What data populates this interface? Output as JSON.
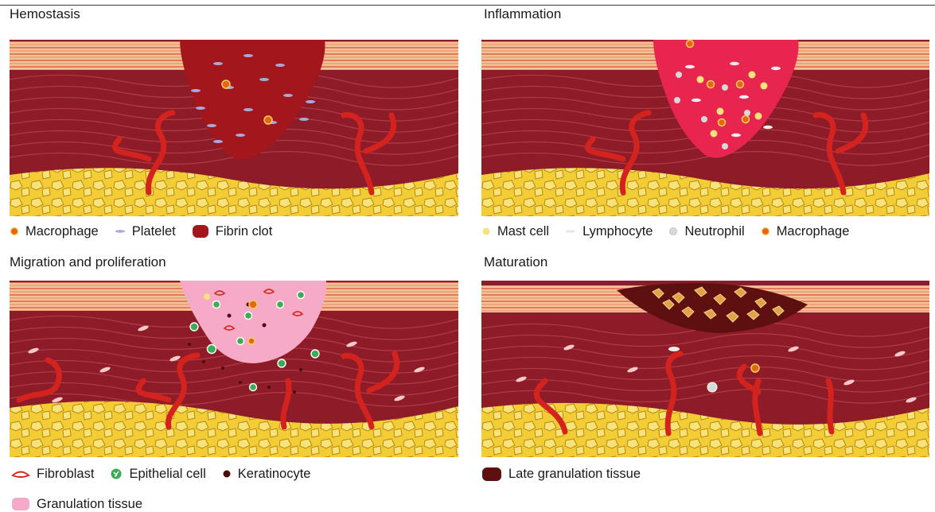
{
  "panels": {
    "hemostasis": {
      "title": "Hemostasis"
    },
    "inflammation": {
      "title": "Inflammation"
    },
    "migration": {
      "title": "Migration and proliferation"
    },
    "maturation": {
      "title": "Maturation"
    }
  },
  "legends": {
    "hemostasis": {
      "macrophage": "Macrophage",
      "platelet": "Platelet",
      "fibrin_clot": "Fibrin clot"
    },
    "inflammation": {
      "mast_cell": "Mast cell",
      "lymphocyte": "Lymphocyte",
      "neutrophil": "Neutrophil",
      "macrophage": "Macrophage"
    },
    "migration": {
      "fibroblast": "Fibroblast",
      "epithelial_cell": "Epithelial cell",
      "keratinocyte": "Keratinocyte",
      "granulation_tissue": "Granulation tissue"
    },
    "maturation": {
      "late_granulation_tissue": "Late granulation tissue"
    }
  },
  "colors": {
    "dermis": "#8e1c28",
    "dermis_line": "#b23a45",
    "epidermis": "#f2c29a",
    "epidermis_stripe": "#e05a3c",
    "fat": "#f2cd35",
    "fat_cell": "#f8e27a",
    "fat_line": "#b8880f",
    "vessel": "#d4231e",
    "fibrin_clot": "#a3171c",
    "inflammation_clot": "#e8254f",
    "granulation_tissue": "#f7aac8",
    "late_granulation_tissue": "#5e0f0f",
    "macrophage": "#e8641a",
    "platelet": "#a8a8dc",
    "mast_cell": "#f7e27c",
    "lymphocyte": "#eeeeee",
    "neutrophil": "#d9d9d9",
    "epithelial_cell": "#3daa58",
    "keratinocyte": "#4a0c0c",
    "fibroblast": "#d42a1c"
  }
}
